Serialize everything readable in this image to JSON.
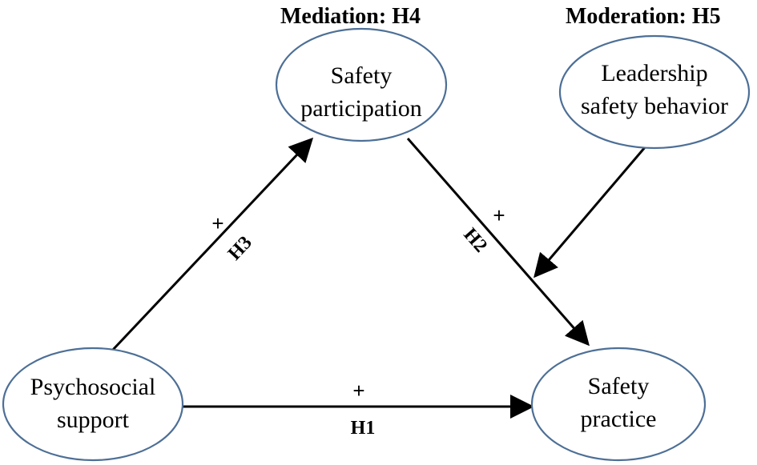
{
  "headings": {
    "mediation": "Mediation: H4",
    "moderation": "Moderation: H5"
  },
  "nodes": {
    "safety_participation": [
      "Safety",
      "participation"
    ],
    "leadership_safety_behavior": [
      "Leadership",
      "safety behavior"
    ],
    "psychosocial_support": [
      "Psychosocial",
      "support"
    ],
    "safety_practice": [
      "Safety",
      "practice"
    ]
  },
  "edges": {
    "h1": {
      "label": "H1",
      "sign": "+"
    },
    "h2": {
      "label": "H2",
      "sign": "+"
    },
    "h3": {
      "label": "H3",
      "sign": "+"
    }
  },
  "colors": {
    "ellipse_stroke": "#4d6f96",
    "edge": "#000000"
  }
}
